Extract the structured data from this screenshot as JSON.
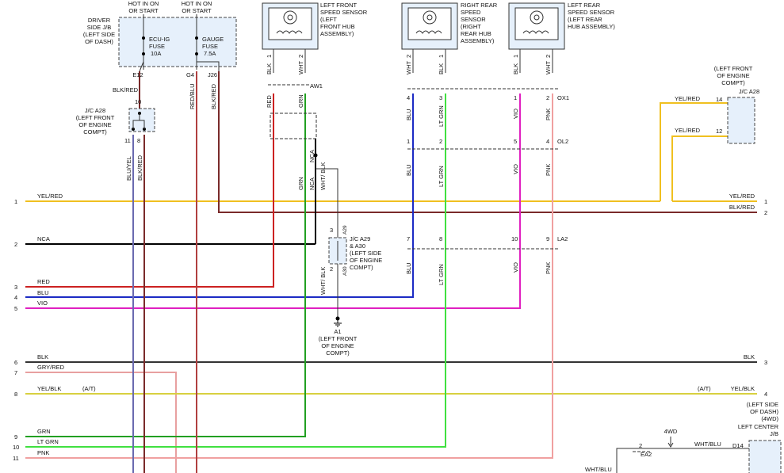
{
  "colors": {
    "yel_red": "#f0c020",
    "blk_red": "#7a2a2a",
    "nca": "#000000",
    "red": "#cc2222",
    "blu": "#1c2bc4",
    "vio": "#e020c0",
    "blk": "#333333",
    "gry_red": "#e8a0a0",
    "yel_blk": "#d8d040",
    "grn": "#22a022",
    "lt_grn": "#40e040",
    "pnk": "#f0a0a0",
    "blu_yel": "#6a6ab0",
    "red_blu": "#b04040",
    "wht": "#999999",
    "sensor_fill": "#e6f0fb"
  },
  "fuse_block": {
    "hot_label_1": "HOT IN ON",
    "hot_label_1b": "OR START",
    "hot_label_2": "HOT IN ON",
    "hot_label_2b": "OR START",
    "title": [
      "DRIVER",
      "SIDE J/B",
      "(LEFT SIDE",
      "OF DASH)"
    ],
    "fuse1": [
      "ECU-IG",
      "FUSE",
      "10A"
    ],
    "fuse2": [
      "GAUGE",
      "FUSE",
      "7.5A"
    ],
    "pins": [
      "E12",
      "G4",
      "J26"
    ]
  },
  "jc_a28_left": {
    "label": [
      "J/C A28",
      "(LEFT FRONT",
      "OF ENGINE",
      "COMPT)"
    ],
    "pins": [
      "10",
      "11",
      "8"
    ]
  },
  "jc_a28_right": {
    "label": [
      "(LEFT FRONT",
      "OF ENGINE",
      "COMPT)",
      "J/C A28"
    ],
    "pins": [
      "14",
      "12"
    ]
  },
  "jc_a29": {
    "label": [
      "J/C A29",
      "& A30",
      "(LEFT SIDE",
      "OF ENGINE",
      "COMPT)"
    ],
    "pins": [
      "3",
      "2"
    ],
    "codes": [
      "A29",
      "A30"
    ]
  },
  "ground": {
    "label": [
      "A1",
      "(LEFT FRONT",
      "OF ENGINE",
      "COMPT)"
    ]
  },
  "sensors": [
    {
      "label": [
        "LEFT FRONT",
        "SPEED SENSOR",
        "(LEFT",
        "FRONT HUB",
        "ASSEMBLY)"
      ],
      "wires": [
        "BLK",
        "WHT"
      ],
      "pins": [
        "1",
        "2"
      ]
    },
    {
      "label": [
        "RIGHT REAR",
        "SPEED",
        "SENSOR",
        "(RIGHT",
        "REAR HUB",
        "ASSEMBLY)"
      ],
      "wires": [
        "WHT",
        "BLK"
      ],
      "pins": [
        "2",
        "1"
      ]
    },
    {
      "label": [
        "LEFT REAR",
        "SPEED SENSOR",
        "(LEFT REAR",
        "HUB ASSEMBLY)"
      ],
      "wires": [
        "BLK",
        "WHT"
      ],
      "pins": [
        "1",
        "2"
      ]
    }
  ],
  "connectors": {
    "aw1": "AW1",
    "ox1": "OX1",
    "ol2": "OL2",
    "la2": "LA2",
    "ox1_pins": [
      "4",
      "3",
      "1",
      "2"
    ],
    "ol2_pins": [
      "1",
      "2",
      "5",
      "4"
    ],
    "la2_pins": [
      "7",
      "8",
      "10",
      "9"
    ]
  },
  "wire_labels": {
    "blk_red_top": "BLK/RED",
    "red_blu": "RED/BLU",
    "blk_red_j26": "BLK/RED",
    "blu_yel": "BLU/YEL",
    "blk_red_8": "BLK/RED",
    "red": "RED",
    "grn": "GRN",
    "nca": "NCA",
    "wht_blk_1": "WHT/ BLK",
    "wht_blk_2": "WHT/ BLK",
    "blu": "BLU",
    "lt_grn": "LT GRN",
    "vio": "VIO",
    "pnk": "PNK"
  },
  "bus": [
    {
      "num": "1",
      "label": "YEL/RED",
      "right_label": "YEL/RED",
      "right_num": "1"
    },
    {
      "num": "2",
      "label": "NCA",
      "right_label": "BLK/RED",
      "right_num": "2"
    },
    {
      "num": "3",
      "label": "RED"
    },
    {
      "num": "4",
      "label": "BLU"
    },
    {
      "num": "5",
      "label": "VIO"
    },
    {
      "num": "6",
      "label": "BLK",
      "right_label": "BLK",
      "right_num": "3"
    },
    {
      "num": "7",
      "label": "GRY/RED"
    },
    {
      "num": "8",
      "label": "YEL/BLK",
      "note": "(A/T)",
      "right_note": "(A/T)",
      "right_label": "YEL/BLK",
      "right_num": "4"
    },
    {
      "num": "9",
      "label": "GRN"
    },
    {
      "num": "10",
      "label": "LT GRN"
    },
    {
      "num": "11",
      "label": "PNK"
    }
  ],
  "right_yel": [
    "YEL/RED",
    "YEL/RED"
  ],
  "bottom_right": {
    "dash_label": [
      "(LEFT SIDE",
      "OF DASH)",
      "(4WD)"
    ],
    "jb_label": [
      "LEFT CENTER",
      "J/B"
    ],
    "ea2": "EA2",
    "ea2_pin": "2",
    "fwd": "4WD",
    "wht_blu": "WHT/BLU",
    "wht_blu_2": "WHT/BLU",
    "d14": "D14"
  }
}
